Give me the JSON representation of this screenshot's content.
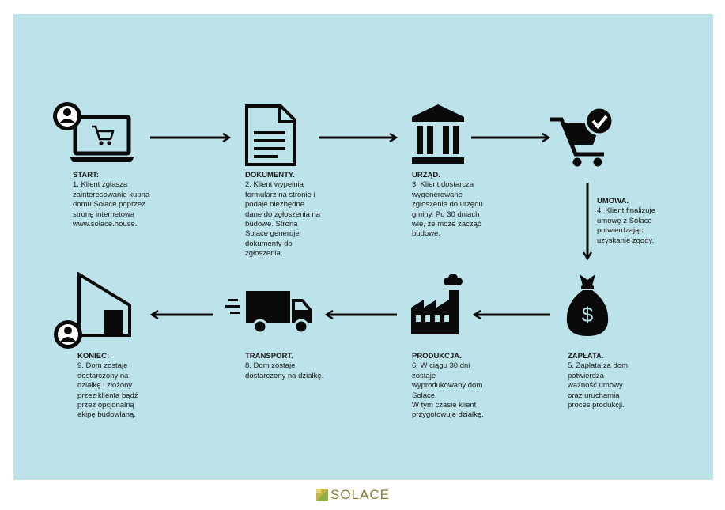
{
  "colors": {
    "background": "#bde3ea",
    "ink": "#0a0a0a",
    "logo_mark": "#c7b541",
    "logo_text": "#8a7d36"
  },
  "steps": [
    {
      "title": "START:",
      "text": "1. Klient zgłasza\nzainteresowanie kupna\ndomu Solace poprzez\nstronę internetową\nwww.solace.house.",
      "icon": "laptop-cart-user-icon"
    },
    {
      "title": "DOKUMENTY.",
      "text": "2. Klient wypełnia\nformularz na stronie i\npodaje niezbędne\ndane do zgłoszenia na\nbudowe. Strona\nSolace generuje\ndokumenty do\nzgłoszenia.",
      "icon": "document-icon"
    },
    {
      "title": "URZĄD.",
      "text": "3. Klient dostarcza\nwygenerowane\nzgłoszenie do urzędu\ngminy. Po 30 dniach\nwie, że może zacząć\nbudowe.",
      "icon": "government-building-icon"
    },
    {
      "title": "UMOWA.",
      "text": "4. Klient finalizuje\numowę z Solace\npotwierdzając\nuzyskanie zgody.",
      "icon": "cart-check-icon"
    },
    {
      "title": "ZAPŁATA.",
      "text": "5. Zapłata za dom\npotwierdza\nważność umowy\noraz uruchamia\nproces produkcji.",
      "icon": "money-bag-icon"
    },
    {
      "title": "PRODUKCJA.",
      "text": "6. W ciągu 30 dni\nzostaje\nwyprodukowany dom\nSolace.\nW tym czasie klient\nprzygotowuje działkę.",
      "icon": "factory-icon"
    },
    {
      "title": "TRANSPORT.",
      "text": "8. Dom zostaje\ndostarczony na działkę.",
      "icon": "truck-icon"
    },
    {
      "title": "KONIEC:",
      "text": "9. Dom zostaje\ndostarczony na\ndziałkę i złożony\nprzez klienta bądź\nprzez opcjonalną\nekipę budowlaną.",
      "icon": "house-user-icon"
    }
  ],
  "money_symbol": "$",
  "logo": {
    "text": "SOLACE"
  }
}
